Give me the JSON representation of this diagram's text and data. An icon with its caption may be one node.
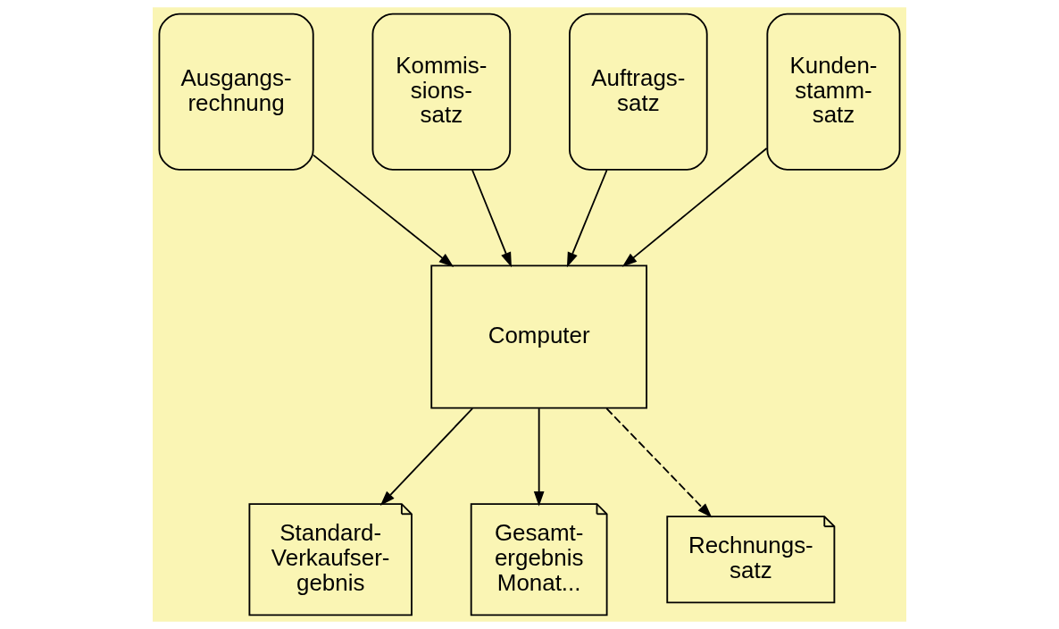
{
  "diagram": {
    "nodes": [
      {
        "text": [
          "Ausgangs- rechnung"
        ]
      },
      {
        "text": [
          "Kommis- sions- satz"
        ]
      },
      {
        "text": [
          "Auftrags- satz"
        ]
      },
      {
        "text": [
          "Kunden- stamm- satz"
        ]
      },
      {
        "text": [
          "Computer"
        ]
      },
      {
        "text": [
          "Standard- Verkaufser- gebnis"
        ]
      },
      {
        "text": [
          "Gesamt- ergebnis Monat..."
        ]
      },
      {
        "text": [
          "Rechnungs- satz"
        ]
      }
    ],
    "edges": [
      {
        "from": 0,
        "to": 4,
        "arrow": "to"
      },
      {
        "from": 1,
        "to": 4,
        "arrow": "to"
      },
      {
        "from": 2,
        "to": 4,
        "arrow": "to"
      },
      {
        "from": 3,
        "to": 4,
        "arrow": "to"
      },
      {
        "from": 4,
        "to": 5,
        "arrow": "to"
      },
      {
        "from": 4,
        "to": 6,
        "arrow": "to"
      },
      {
        "from": 4,
        "to": 7,
        "arrow": "to",
        "style": "dashed"
      }
    ]
  }
}
